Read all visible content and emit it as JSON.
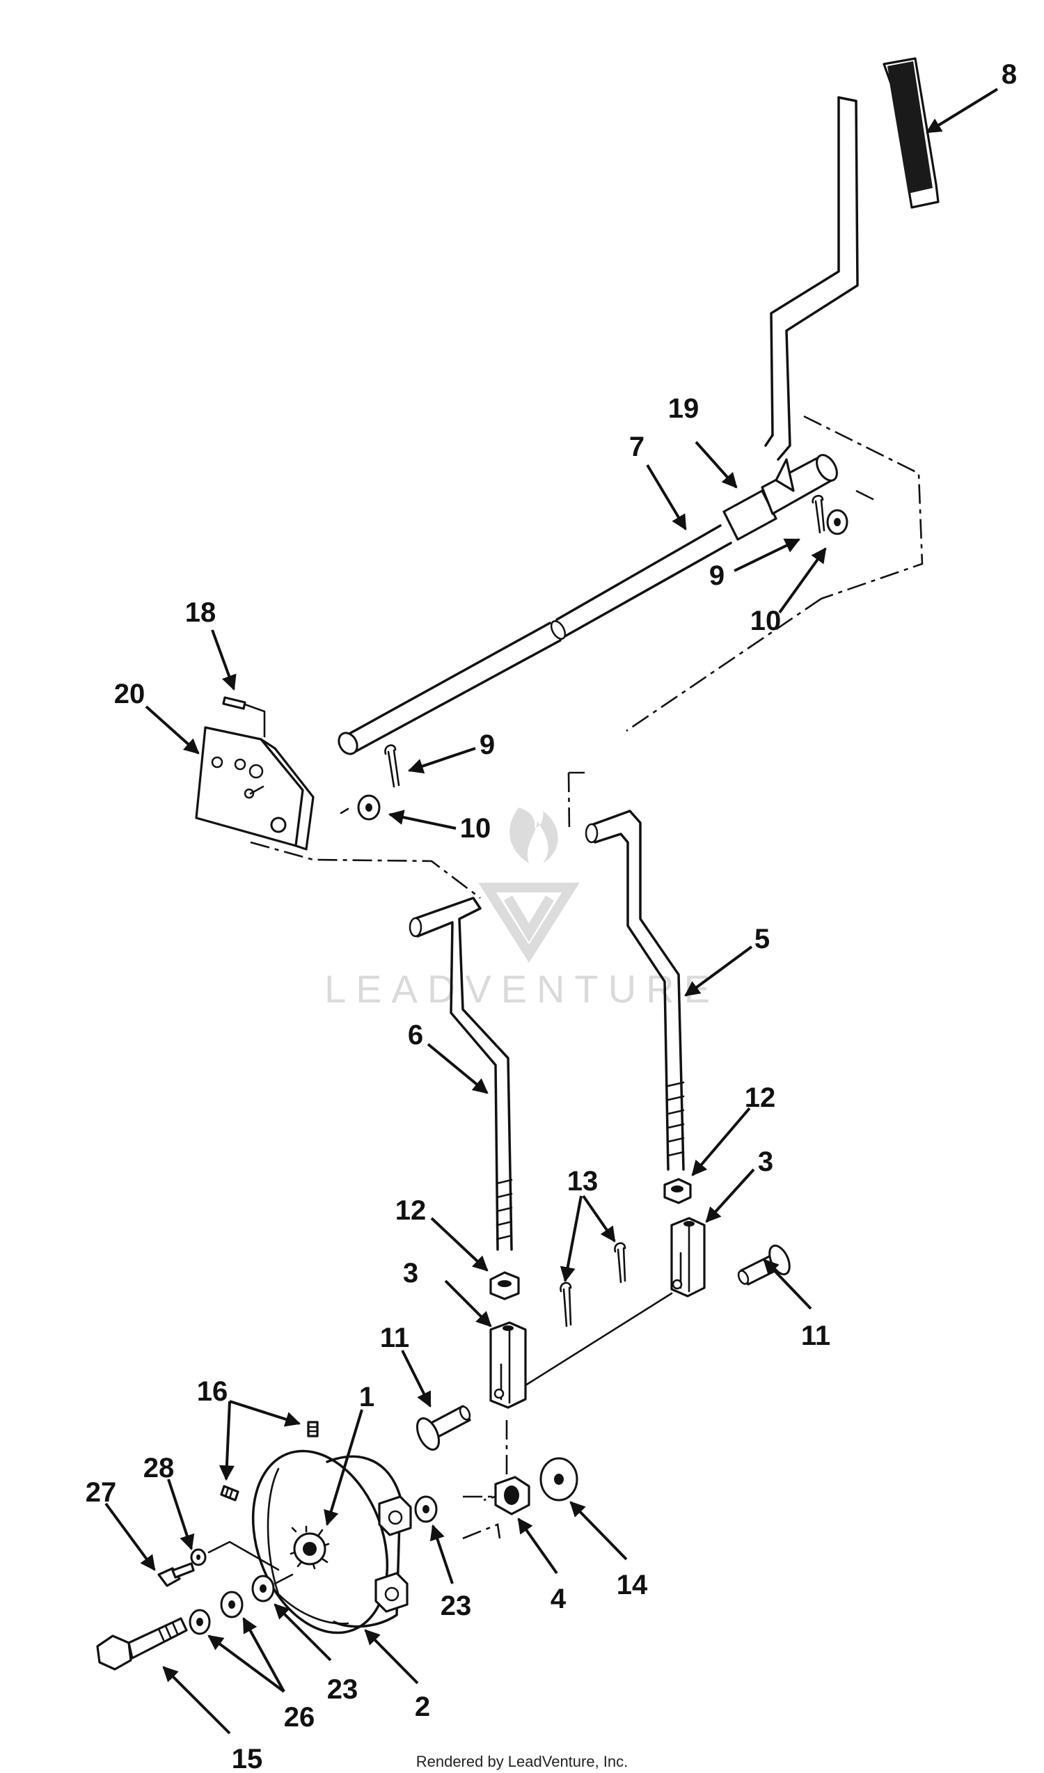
{
  "diagram": {
    "labels": {
      "p1": "1",
      "p2": "2",
      "p3a": "3",
      "p3b": "3",
      "p4": "4",
      "p5": "5",
      "p6": "6",
      "p7": "7",
      "p8": "8",
      "p9a": "9",
      "p9b": "9",
      "p10a": "10",
      "p10b": "10",
      "p11a": "11",
      "p11b": "11",
      "p12a": "12",
      "p12b": "12",
      "p13": "13",
      "p14": "14",
      "p15": "15",
      "p16": "16",
      "p18": "18",
      "p19": "19",
      "p20": "20",
      "p23a": "23",
      "p23b": "23",
      "p26": "26",
      "p27": "27",
      "p28": "28"
    },
    "watermark": "LEADVENTURE"
  },
  "footer": {
    "text": "Rendered by LeadVenture, Inc."
  }
}
